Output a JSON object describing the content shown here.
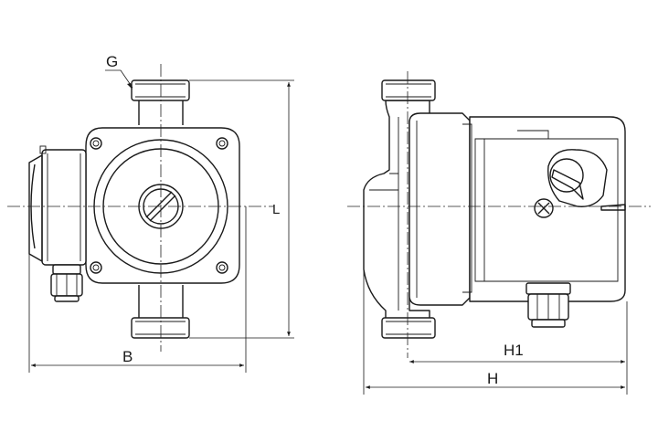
{
  "dimension_labels": {
    "thread": "G",
    "length": "L",
    "width": "B",
    "motor_height": "H1",
    "total_height": "H"
  }
}
